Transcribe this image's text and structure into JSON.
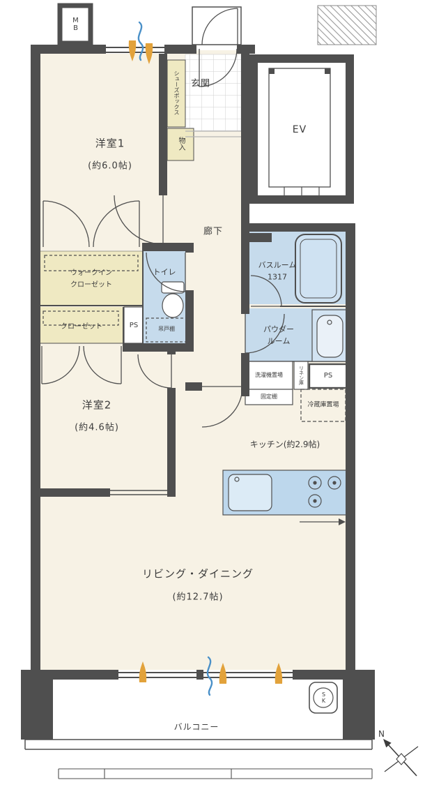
{
  "labels": {
    "mb": "MB",
    "ev": "EV",
    "genkan": "玄関",
    "shoes_box": "シューズボックス",
    "storage": "物入",
    "room1_name": "洋室1",
    "room1_size": "(約6.0帖)",
    "hallway": "廊下",
    "wic_line1": "ウォークイン",
    "wic_line2": "クローゼット",
    "closet": "クローゼット",
    "toilet": "トイレ",
    "ps_left": "PS",
    "hanging_shelf": "吊戸棚",
    "bathroom_name": "バスルーム",
    "bathroom_size": "1317",
    "powder_line1": "パウダー",
    "powder_line2": "ルーム",
    "washer": "洗濯機置場",
    "fixed_shelf": "固定棚",
    "linen": "リネン庫",
    "ps_right": "PS",
    "fridge": "冷蔵庫置場",
    "kitchen": "キッチン(約2.9帖)",
    "room2_name": "洋室2",
    "room2_size": "(約4.6帖)",
    "living_name": "リビング・ダイニング",
    "living_size": "(約12.7帖)",
    "balcony": "バルコニー",
    "sk": "SK",
    "north": "N"
  },
  "colors": {
    "wall": "#4f4f4f",
    "room_floor": "#f7f2e5",
    "wet_area": "#c6dbec",
    "storage_area": "#efe9c2",
    "kitchen_counter": "#bdd7ec",
    "vent_orange": "#e2a23b",
    "vent_blue": "#4a90c8"
  }
}
